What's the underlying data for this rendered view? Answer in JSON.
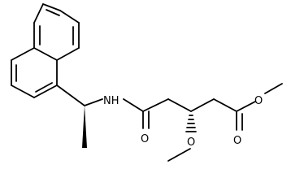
{
  "figure": {
    "type": "skeletal-structure",
    "background": "#ffffff",
    "line_color": "#000000"
  },
  "atom_labels": {
    "nh": "NH",
    "amide_o": "O",
    "methoxy_o": "O",
    "ester_ring_o": "O",
    "carbonyl_o": "O"
  }
}
